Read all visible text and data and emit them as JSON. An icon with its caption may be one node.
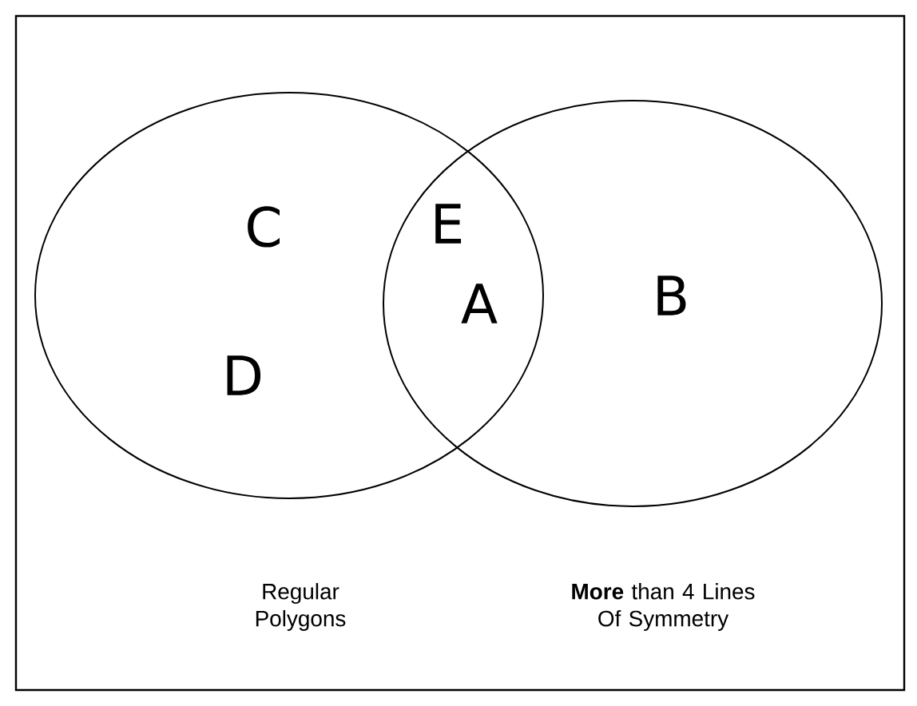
{
  "diagram": {
    "nodes": [
      {
        "text": [
          "Regular Polygons"
        ]
      },
      {
        "text": [
          "**More** than 4 Lines Of Symmetry"
        ]
      }
    ],
    "labels": [
      "C",
      "D",
      "E",
      "A",
      "B"
    ]
  }
}
